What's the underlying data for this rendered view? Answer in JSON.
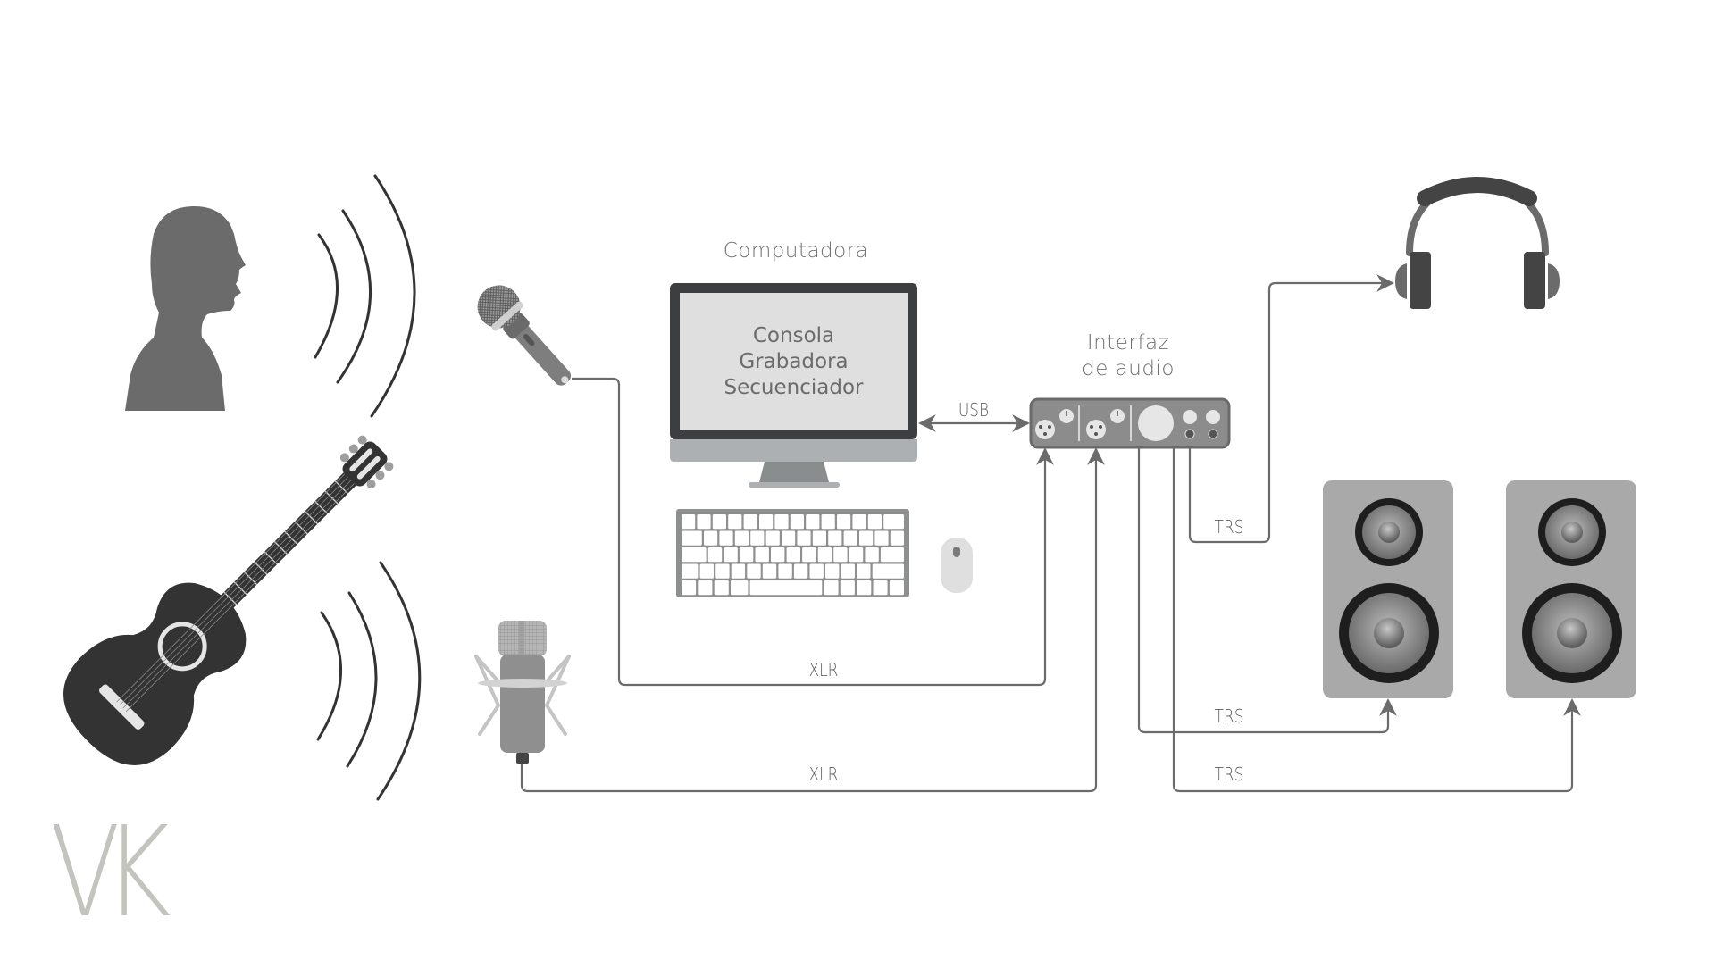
{
  "diagram": {
    "title": "Home recording studio signal flow",
    "language": "es",
    "colors": {
      "cable": "#6b6b6b",
      "label": "#6b6b6b",
      "monitor_bezel": "#3d3e40",
      "monitor_screen": "#dedfde",
      "monitor_chin": "#adb0b2",
      "interface_body": "#8c8c8c",
      "speaker_cabinet": "#a9a9a9",
      "person": "#6b6b6b",
      "guitar": "#333333",
      "logo": "#c3c4be"
    },
    "sources": [
      {
        "id": "voice",
        "name": "Voz (persona cantando)",
        "icon": "singer-silhouette-icon"
      },
      {
        "id": "guitar",
        "name": "Guitarra acústica",
        "icon": "acoustic-guitar-icon"
      }
    ],
    "microphones": [
      {
        "id": "dynamic-mic",
        "name": "Micrófono dinámico",
        "icon": "dynamic-microphone-icon"
      },
      {
        "id": "condenser-mic",
        "name": "Micrófono de condensador",
        "icon": "condenser-microphone-icon"
      }
    ],
    "computer": {
      "label": "Computadora",
      "screen_lines": [
        "Consola",
        "Grabadora",
        "Secuenciador"
      ]
    },
    "interface": {
      "label_line1": "Interfaz",
      "label_line2": "de audio"
    },
    "outputs": [
      {
        "id": "headphones",
        "name": "Audífonos",
        "icon": "headphones-icon"
      },
      {
        "id": "speaker-left",
        "name": "Monitor izquierdo",
        "icon": "speaker-icon"
      },
      {
        "id": "speaker-right",
        "name": "Monitor derecho",
        "icon": "speaker-icon"
      }
    ],
    "connections": [
      {
        "from": "computer",
        "to": "interface",
        "label": "USB",
        "bidirectional": true
      },
      {
        "from": "dynamic-mic",
        "to": "interface",
        "label": "XLR"
      },
      {
        "from": "condenser-mic",
        "to": "interface",
        "label": "XLR"
      },
      {
        "from": "interface",
        "to": "headphones",
        "label": "TRS"
      },
      {
        "from": "interface",
        "to": "speaker-left",
        "label": "TRS"
      },
      {
        "from": "interface",
        "to": "speaker-right",
        "label": "TRS"
      }
    ],
    "logo_text": "VK"
  }
}
